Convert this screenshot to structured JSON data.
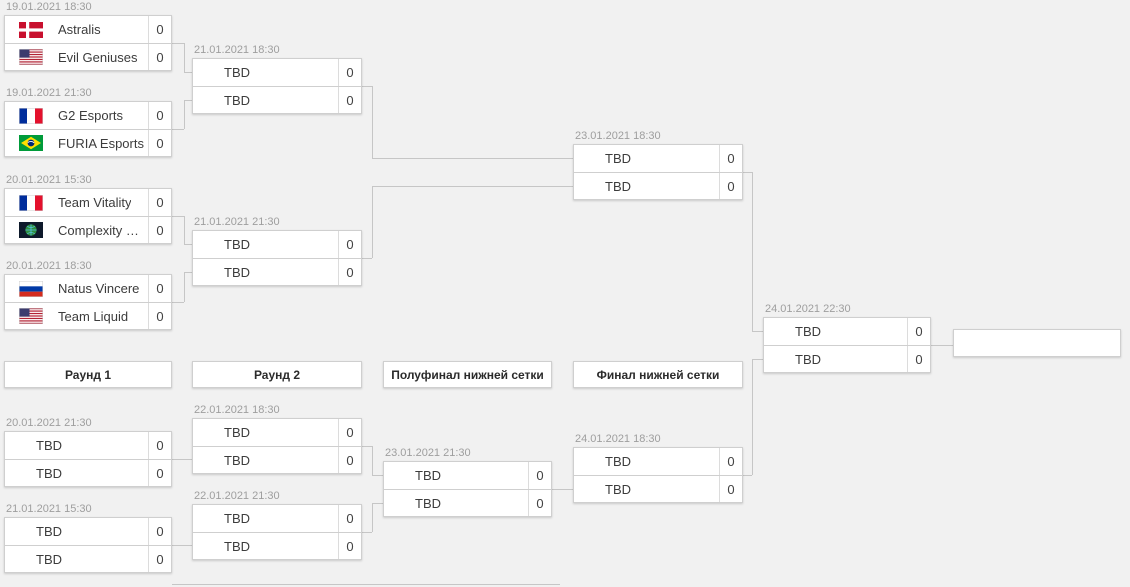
{
  "colors": {
    "page_background": "#f1f1f1",
    "box_background": "#ffffff",
    "box_border": "#cfcfcf",
    "connector_line": "#c6c6c6",
    "date_text": "#9e9e9e",
    "team_text": "#3c3c3c",
    "header_text": "#2b2b2b"
  },
  "headers": [
    {
      "label": "Раунд 1"
    },
    {
      "label": "Раунд 2"
    },
    {
      "label": "Полуфинал нижней сетки"
    },
    {
      "label": "Финал нижней сетки"
    }
  ],
  "matches": [
    {
      "id": "ub-r1-m1",
      "datetime": "19.01.2021 18:30",
      "teams": [
        {
          "name": "Astralis",
          "flag": "denmark",
          "score": "0"
        },
        {
          "name": "Evil Geniuses",
          "flag": "usa",
          "score": "0"
        }
      ]
    },
    {
      "id": "ub-r1-m2",
      "datetime": "19.01.2021 21:30",
      "teams": [
        {
          "name": "G2 Esports",
          "flag": "france",
          "score": "0"
        },
        {
          "name": "FURIA Esports",
          "flag": "brazil",
          "score": "0"
        }
      ]
    },
    {
      "id": "ub-r1-m3",
      "datetime": "20.01.2021 15:30",
      "teams": [
        {
          "name": "Team Vitality",
          "flag": "france",
          "score": "0"
        },
        {
          "name": "Complexity Gami…",
          "flag": "world",
          "score": "0"
        }
      ]
    },
    {
      "id": "ub-r1-m4",
      "datetime": "20.01.2021 18:30",
      "teams": [
        {
          "name": "Natus Vincere",
          "flag": "russia",
          "score": "0"
        },
        {
          "name": "Team Liquid",
          "flag": "usa",
          "score": "0"
        }
      ]
    },
    {
      "id": "ub-r2-m1",
      "datetime": "21.01.2021 18:30",
      "teams": [
        {
          "name": "TBD",
          "flag": null,
          "score": "0"
        },
        {
          "name": "TBD",
          "flag": null,
          "score": "0"
        }
      ]
    },
    {
      "id": "ub-r2-m2",
      "datetime": "21.01.2021 21:30",
      "teams": [
        {
          "name": "TBD",
          "flag": null,
          "score": "0"
        },
        {
          "name": "TBD",
          "flag": null,
          "score": "0"
        }
      ]
    },
    {
      "id": "ub-final",
      "datetime": "23.01.2021 18:30",
      "teams": [
        {
          "name": "TBD",
          "flag": null,
          "score": "0"
        },
        {
          "name": "TBD",
          "flag": null,
          "score": "0"
        }
      ]
    },
    {
      "id": "grand-final",
      "datetime": "24.01.2021 22:30",
      "teams": [
        {
          "name": "TBD",
          "flag": null,
          "score": "0"
        },
        {
          "name": "TBD",
          "flag": null,
          "score": "0"
        }
      ]
    },
    {
      "id": "lb-r1-m1",
      "datetime": "20.01.2021 21:30",
      "teams": [
        {
          "name": "TBD",
          "flag": null,
          "score": "0"
        },
        {
          "name": "TBD",
          "flag": null,
          "score": "0"
        }
      ]
    },
    {
      "id": "lb-r1-m2",
      "datetime": "21.01.2021 15:30",
      "teams": [
        {
          "name": "TBD",
          "flag": null,
          "score": "0"
        },
        {
          "name": "TBD",
          "flag": null,
          "score": "0"
        }
      ]
    },
    {
      "id": "lb-r2-m1",
      "datetime": "22.01.2021 18:30",
      "teams": [
        {
          "name": "TBD",
          "flag": null,
          "score": "0"
        },
        {
          "name": "TBD",
          "flag": null,
          "score": "0"
        }
      ]
    },
    {
      "id": "lb-r2-m2",
      "datetime": "22.01.2021 21:30",
      "teams": [
        {
          "name": "TBD",
          "flag": null,
          "score": "0"
        },
        {
          "name": "TBD",
          "flag": null,
          "score": "0"
        }
      ]
    },
    {
      "id": "lb-sf",
      "datetime": "23.01.2021 21:30",
      "teams": [
        {
          "name": "TBD",
          "flag": null,
          "score": "0"
        },
        {
          "name": "TBD",
          "flag": null,
          "score": "0"
        }
      ]
    },
    {
      "id": "lb-final",
      "datetime": "24.01.2021 18:30",
      "teams": [
        {
          "name": "TBD",
          "flag": null,
          "score": "0"
        },
        {
          "name": "TBD",
          "flag": null,
          "score": "0"
        }
      ]
    }
  ],
  "winner_box": {
    "label": ""
  }
}
